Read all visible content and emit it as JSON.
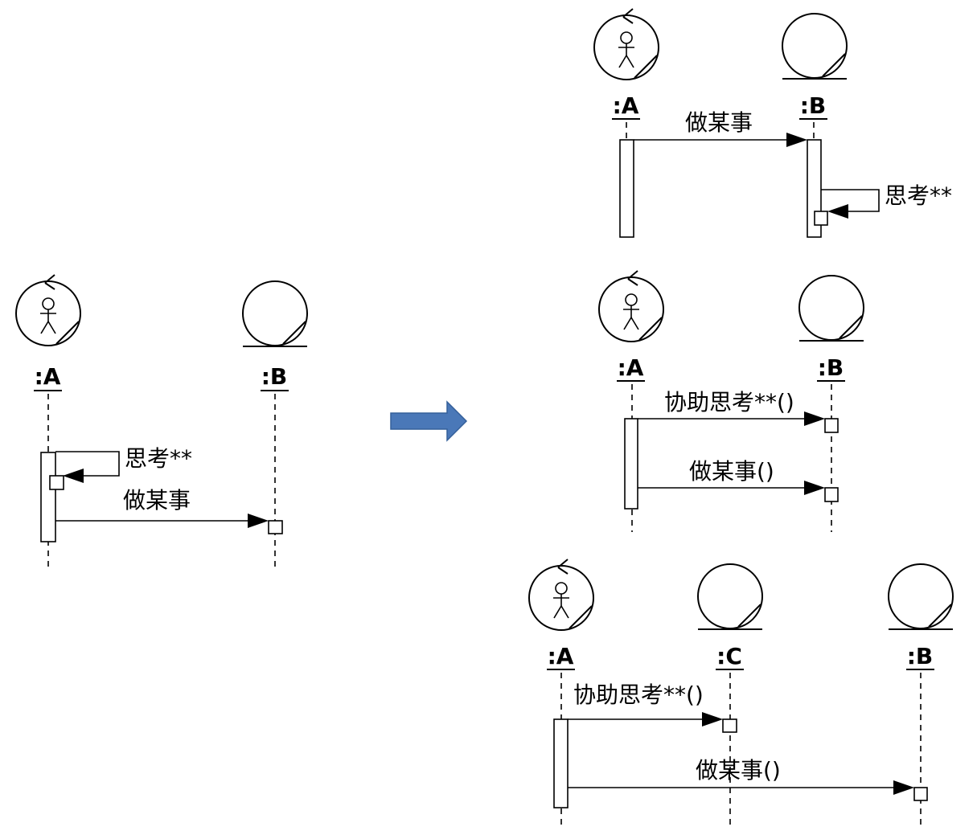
{
  "diagrams": {
    "left": {
      "objects": [
        {
          "label": ":A",
          "kind": "actor"
        },
        {
          "label": ":B",
          "kind": "entity"
        }
      ],
      "messages": [
        {
          "label": "思考**",
          "kind": "self"
        },
        {
          "label": "做某事",
          "kind": "call"
        }
      ]
    },
    "right_top": {
      "objects": [
        {
          "label": ":A",
          "kind": "actor"
        },
        {
          "label": ":B",
          "kind": "entity"
        }
      ],
      "messages": [
        {
          "label": "做某事",
          "kind": "call"
        },
        {
          "label": "思考**",
          "kind": "self"
        }
      ]
    },
    "right_middle": {
      "objects": [
        {
          "label": ":A",
          "kind": "actor"
        },
        {
          "label": ":B",
          "kind": "entity"
        }
      ],
      "messages": [
        {
          "label": "协助思考**()",
          "kind": "call"
        },
        {
          "label": "做某事()",
          "kind": "call"
        }
      ]
    },
    "right_bottom": {
      "objects": [
        {
          "label": ":A",
          "kind": "actor"
        },
        {
          "label": ":C",
          "kind": "entity"
        },
        {
          "label": ":B",
          "kind": "entity"
        }
      ],
      "messages": [
        {
          "label": "协助思考**()",
          "kind": "call"
        },
        {
          "label": "做某事()",
          "kind": "call"
        }
      ]
    }
  },
  "transition_arrow": {
    "color": "#4a78b8"
  }
}
